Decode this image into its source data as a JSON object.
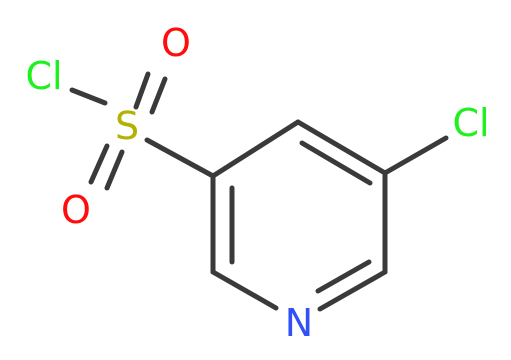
{
  "molecule": {
    "atoms": {
      "cl_sulfonyl": {
        "symbol": "Cl",
        "color": "#1ff01f"
      },
      "sulfur": {
        "symbol": "S",
        "color": "#b2b200"
      },
      "oxygen_top": {
        "symbol": "O",
        "color": "#ff0d0d"
      },
      "oxygen_bottom": {
        "symbol": "O",
        "color": "#ff0d0d"
      },
      "cl_ring": {
        "symbol": "Cl",
        "color": "#1ff01f"
      },
      "nitrogen": {
        "symbol": "N",
        "color": "#3050f8"
      }
    },
    "bond_color": "#3a3a3a"
  }
}
